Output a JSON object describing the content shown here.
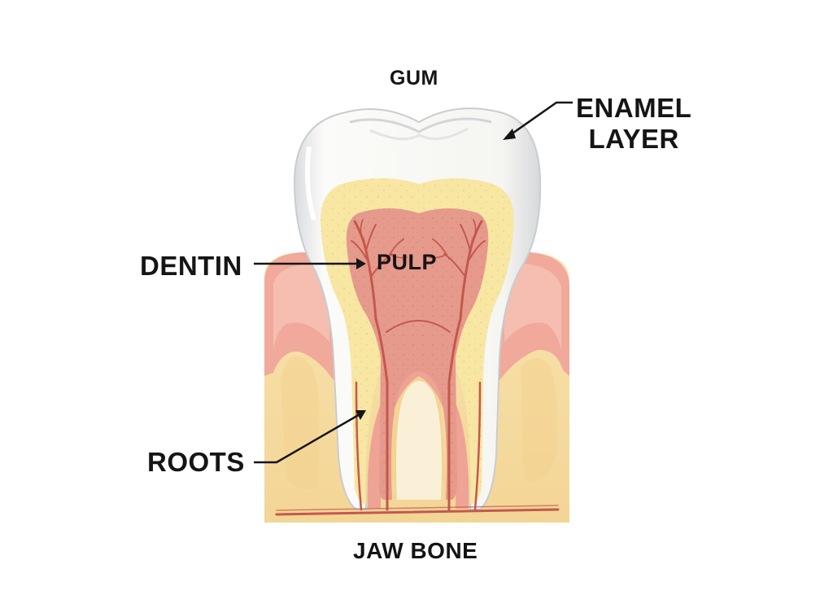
{
  "labels": {
    "gum": "GUM",
    "enamel_line1": "ENAMEL",
    "enamel_line2": "LAYER",
    "dentin": "DENTIN",
    "pulp": "PULP",
    "roots": "ROOTS",
    "jaw_bone": "JAW BONE"
  },
  "colors": {
    "background": "#ffffff",
    "bone": "#f6dfa6",
    "gum": "#f0a99b",
    "enamel": "#f7f7f2",
    "dentin": "#f8e6a3",
    "pulp": "#e59a8c",
    "nerve": "#c4584d",
    "label": "#151515"
  }
}
